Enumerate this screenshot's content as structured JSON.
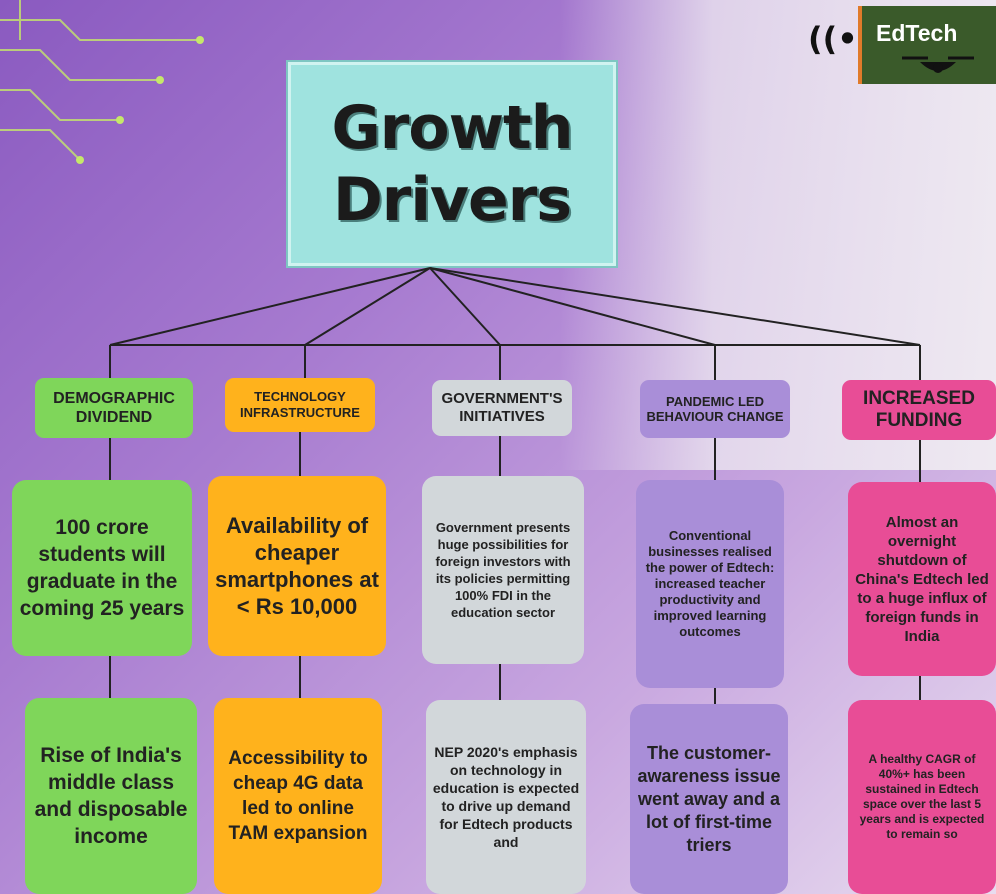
{
  "title": "Growth Drivers",
  "badge": "EdTech",
  "categories": [
    {
      "label": "DEMOGRAPHIC DIVIDEND"
    },
    {
      "label": "TECHNOLOGY INFRASTRUCTURE"
    },
    {
      "label": "GOVERNMENT'S INITIATIVES"
    },
    {
      "label": "PANDEMIC LED BEHAVIOUR CHANGE"
    },
    {
      "label": "INCREASED FUNDING"
    }
  ],
  "boxes_row1": [
    "100 crore students will graduate in the coming 25 years",
    "Availability of cheaper smartphones at < Rs 10,000",
    "Government presents huge possibilities for foreign investors with its policies permitting 100% FDI in the education sector",
    "Conventional businesses realised the power of Edtech: increased teacher productivity and improved learning outcomes",
    "Almost an overnight shutdown of China's Edtech led to a huge influx of foreign funds in India"
  ],
  "boxes_row2": [
    "Rise of India's middle class and disposable income",
    "Accessibility to cheap 4G data led to online TAM expansion",
    "NEP 2020's emphasis on technology in education is expected to drive up demand for Edtech products and",
    "The customer-awareness issue went away and a lot of first-time triers",
    "A healthy CAGR of 40%+ has been sustained in Edtech space over the last 5 years and is expected to remain so"
  ],
  "colors": {
    "demographic": "#7fd65a",
    "technology": "#ffb21c",
    "government": "#d2d7da",
    "pandemic": "#a98ed8",
    "funding": "#e84d96",
    "title_box": "#9fe3df"
  }
}
